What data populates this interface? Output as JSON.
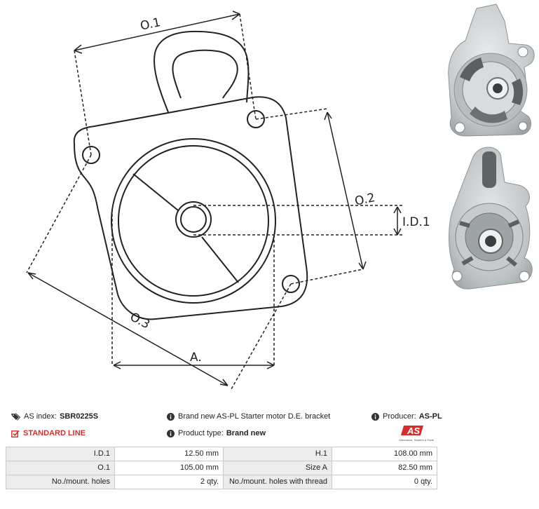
{
  "drawing": {
    "label_o1": "O.1",
    "label_o2": "O.2",
    "label_o3": "O.3",
    "label_id1": "I.D.1",
    "label_a": "A."
  },
  "info": {
    "as_index_label": "AS index:",
    "as_index_value": "SBR0225S",
    "standard_line": "STANDARD LINE",
    "description": "Brand new AS-PL Starter motor D.E. bracket",
    "product_type_label": "Product type:",
    "product_type_value": "Brand new",
    "producer_label": "Producer:",
    "producer_value": "AS-PL",
    "logo_text": "AS",
    "logo_tagline": "Alternators, Starters & Parts"
  },
  "specs": {
    "rows": [
      {
        "l1": "I.D.1",
        "v1": "12.50 mm",
        "l2": "H.1",
        "v2": "108.00 mm"
      },
      {
        "l1": "O.1",
        "v1": "105.00 mm",
        "l2": "Size A",
        "v2": "82.50 mm"
      },
      {
        "l1": "No./mount. holes",
        "v1": "2 qty.",
        "l2": "No./mount. holes with thread",
        "v2": "0 qty."
      }
    ]
  },
  "colors": {
    "accent_red": "#d32f2f",
    "label_bg": "#ececec",
    "border": "#c9c9c9"
  },
  "icons": [
    "tag-icon",
    "info-icon",
    "checkbox-icon"
  ]
}
